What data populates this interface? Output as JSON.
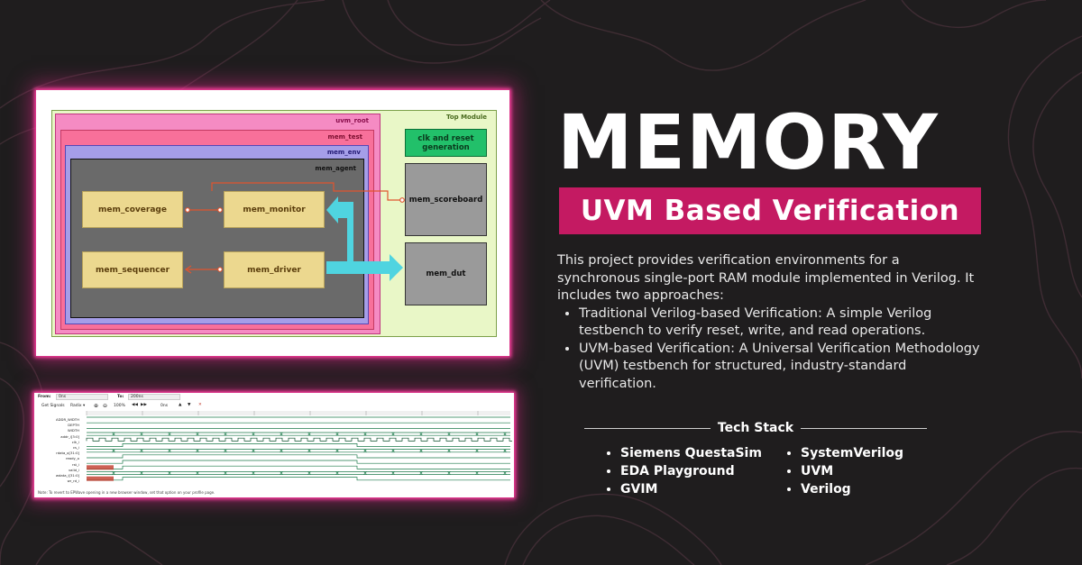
{
  "title": "MEMORY",
  "subtitle": "UVM Based Verification",
  "description": {
    "intro": "This project provides verification environments for a synchronous single-port RAM module implemented in Verilog. It includes two approaches:",
    "bullets": [
      "Traditional Verilog-based Verification: A simple Verilog testbench to verify reset, write, and read operations.",
      "UVM-based Verification: A Universal Verification Methodology (UVM) testbench for structured, industry-standard verification."
    ]
  },
  "tech_stack": {
    "header": "Tech Stack",
    "left": [
      "Siemens QuestaSim",
      "EDA Playground",
      "GVIM"
    ],
    "right": [
      "SystemVerilog",
      "UVM",
      "Verilog"
    ]
  },
  "diagram": {
    "top_module": "Top Module",
    "uvm_root": "uvm_root",
    "mem_test": "mem_test",
    "mem_env": "mem_env",
    "mem_agent": "mem_agent",
    "clk_reset": "clk and reset generation",
    "mem_coverage": "mem_coverage",
    "mem_monitor": "mem_monitor",
    "mem_sequencer": "mem_sequencer",
    "mem_driver": "mem_driver",
    "mem_scoreboard": "mem_scoreboard",
    "mem_dut": "mem_dut",
    "colors": {
      "top_module_bg": "#e9f7c7",
      "uvm_root_bg": "#f58bc3",
      "mem_test_bg": "#f8709a",
      "mem_env_bg": "#a59ee8",
      "mem_agent_bg": "#6a6a6a",
      "clk_reset_bg": "#22c06a",
      "arrow_cyan": "#4fd4e0",
      "connector_red": "#e0552f"
    }
  },
  "waveform": {
    "from_label": "From:",
    "from_value": "0ns",
    "to_label": "To:",
    "to_value": "200ns",
    "get_signals": "Get Signals",
    "radix": "Radix ▾",
    "zoom": "100%",
    "step": "0ns",
    "signals": [
      "ADDR_WIDTH",
      "DEPTH",
      "WIDTH",
      "addr_i[3:0]",
      "clk_i",
      "cs_i",
      "rdata_o[31:0]",
      "ready_o",
      "rst_i",
      "valid_i",
      "wdata_i[31:0]",
      "wr_rd_i"
    ],
    "note": "Note: To revert to EPWave opening in a new browser window, set that option on your profile page."
  }
}
